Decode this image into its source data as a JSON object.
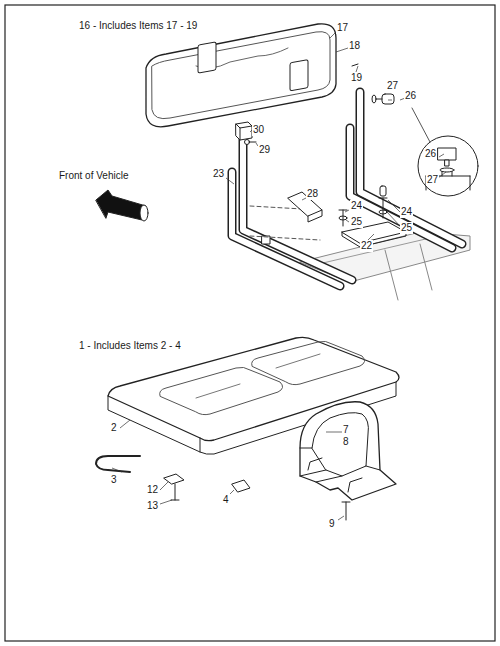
{
  "diagram": {
    "labels": [
      "16 - Includes Items 17 - 19",
      "17",
      "18",
      "19",
      "27",
      "26",
      "30",
      "29",
      "23",
      "28",
      "24",
      "25",
      "24",
      "25",
      "22",
      "26",
      "27",
      "Front of Vehicle",
      "1 - Includes Items 2 - 4",
      "2",
      "7",
      "8",
      "3",
      "12",
      "13",
      "4",
      "9"
    ]
  }
}
